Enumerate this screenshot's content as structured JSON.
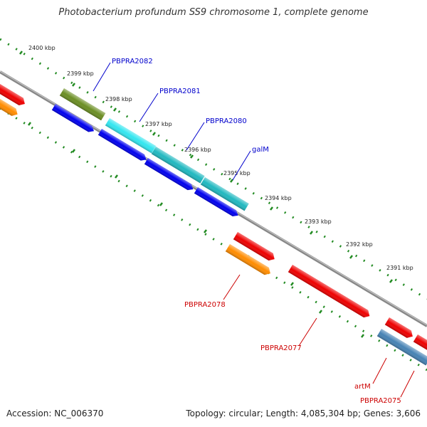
{
  "title": "Photobacterium profundum SS9 chromosome 1, complete genome",
  "accession": "Accession: NC_006370",
  "summary": "Topology: circular; Length: 4,085,304 bp; Genes: 3,606",
  "scale_labels": [
    "2400 kbp",
    "2399 kbp",
    "2398 kbp",
    "2397 kbp",
    "2396 kbp",
    "2395 kbp",
    "2394 kbp",
    "2393 kbp",
    "2392 kbp",
    "2391 kbp"
  ],
  "genes": [
    {
      "name": "PBPRA2082",
      "color": "#6b8e23",
      "label_color": "#0000cc"
    },
    {
      "name": "PBPRA2081",
      "color": "#33e6f0",
      "label_color": "#0000cc"
    },
    {
      "name": "PBPRA2080",
      "color": "#20b8c0",
      "label_color": "#0000cc"
    },
    {
      "name": "galM",
      "color": "#20b8c0",
      "label_color": "#0000cc"
    },
    {
      "name": "PBPRA2078",
      "color": "#ff8c00",
      "label_color": "#cc0000"
    },
    {
      "name": "PBPRA2077",
      "color": "#ee0000",
      "label_color": "#cc0000"
    },
    {
      "name": "artM",
      "color": "#ee0000",
      "label_color": "#cc0000"
    },
    {
      "name": "PBPRA2075",
      "color": "#4682b4",
      "label_color": "#cc0000"
    }
  ],
  "colors": {
    "cds": "#0000ee",
    "backbone": "#888888",
    "ticks": "#228b22"
  }
}
